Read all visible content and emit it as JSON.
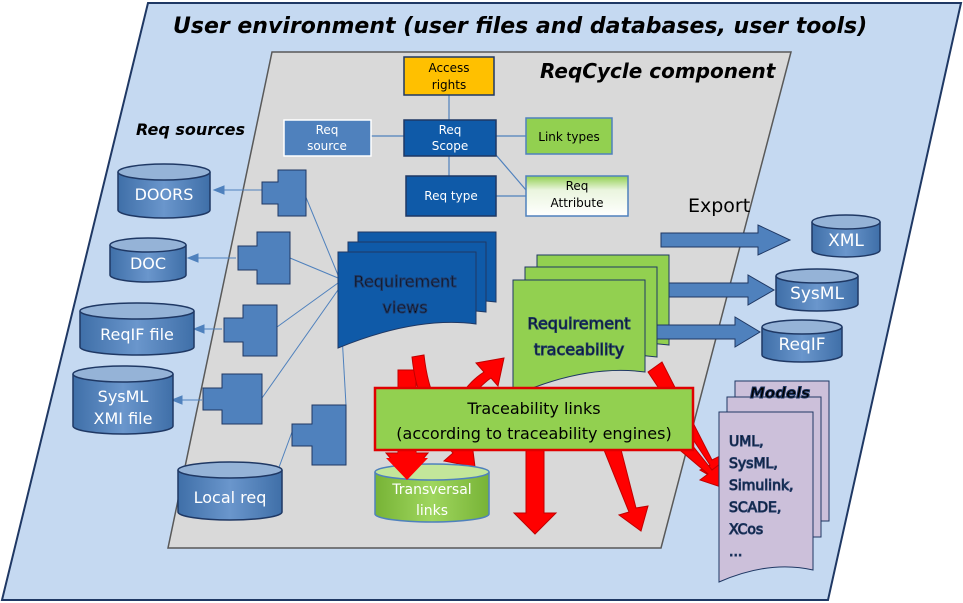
{
  "titles": {
    "user_env": "User environment (user files and databases, user tools)",
    "component": "ReqCycle  component",
    "req_sources": "Req sources",
    "export": "Export",
    "models": "Models"
  },
  "config": {
    "access_rights_1": "Access",
    "access_rights_2": "rights",
    "req_source_1": "Req",
    "req_source_2": "source",
    "req_scope_1": "Req",
    "req_scope_2": "Scope",
    "link_types": "Link types",
    "req_type": "Req type",
    "req_attribute_1": "Req",
    "req_attribute_2": "Attribute"
  },
  "sources": {
    "doors": "DOORS",
    "doc": "DOC",
    "reqif_file": "ReqIF file",
    "sysml_xmi_1": "SysML",
    "sysml_xmi_2": "XMI file",
    "local_req": "Local req"
  },
  "views": {
    "req_views_1": "Requirement",
    "req_views_2": "views",
    "req_trace_1": "Requirement",
    "req_trace_2": "traceability"
  },
  "links": {
    "trace_links_1": "Traceability links",
    "trace_links_2": "(according to traceability engines)",
    "transversal_1": "Transversal",
    "transversal_2": "links"
  },
  "export_targets": {
    "xml": "XML",
    "sysml": "SysML",
    "reqif": "ReqIF"
  },
  "model_list": [
    "UML,",
    "SysML,",
    "Simulink,",
    "SCADE,",
    "XCos",
    "..."
  ],
  "colors": {
    "outer_bg": "#c5d9f1",
    "inner_bg": "#d9d9d9",
    "dark_blue": "#0f5aa8",
    "mid_blue": "#4f81bd",
    "green": "#92d050",
    "orange": "#ffc000",
    "red": "#ff0000",
    "lavender": "#ccc0da"
  }
}
